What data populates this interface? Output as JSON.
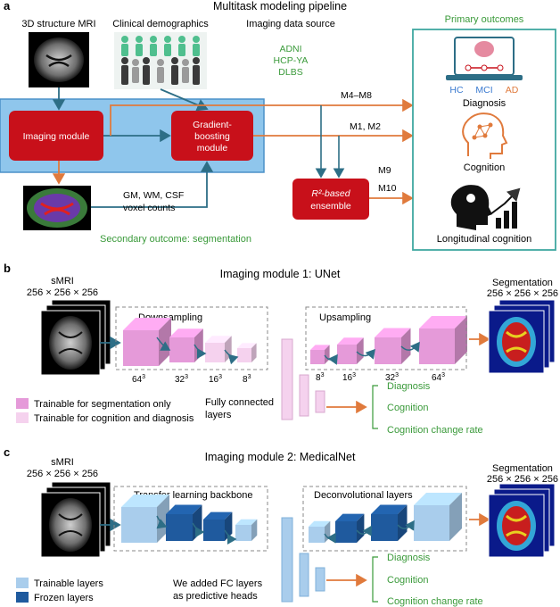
{
  "panel_a": {
    "letter": "a",
    "title": "Multitask modeling pipeline",
    "mri_label": "3D structure MRI",
    "demo_label": "Clinical demographics",
    "source_title": "Imaging data source",
    "sources": [
      "ADNI",
      "HCP-YA",
      "DLBS"
    ],
    "imaging_module": "Imaging module",
    "gb_module": [
      "Gradient-",
      "boosting",
      "module"
    ],
    "ensemble": [
      "R²-based",
      "ensemble"
    ],
    "route_m4m8": "M4–M8",
    "route_m1m2": "M1, M2",
    "route_m9": "M9",
    "route_m10": "M10",
    "voxel_label": [
      "GM, WM, CSF",
      "voxel counts"
    ],
    "secondary": "Secondary outcome: segmentation",
    "primary_title": "Primary outcomes",
    "dx_classes": [
      "HC",
      "MCI",
      "AD"
    ],
    "diagnosis": "Diagnosis",
    "cognition": "Cognition",
    "longitudinal": "Longitudinal cognition"
  },
  "panel_b": {
    "letter": "b",
    "title": "Imaging module 1: UNet",
    "smri": "sMRI",
    "dims": "256 × 256 × 256",
    "downsampling": "Downsampling",
    "upsampling": "Upsampling",
    "down_sizes": [
      "64",
      "32",
      "16",
      "8"
    ],
    "up_sizes": [
      "8",
      "16",
      "32",
      "64"
    ],
    "exponent": "3",
    "segmentation": "Segmentation",
    "seg_dims": "256 × 256 × 256",
    "legend1": "Trainable for segmentation only",
    "legend2": "Trainable for cognition and diagnosis",
    "fc_label": [
      "Fully connected",
      "layers"
    ],
    "outputs": [
      "Diagnosis",
      "Cognition",
      "Cognition change rate"
    ]
  },
  "panel_c": {
    "letter": "c",
    "title": "Imaging module 2: MedicalNet",
    "smri": "sMRI",
    "dims": "256 × 256 × 256",
    "backbone": "Transfer learning backbone",
    "deconv": "Deconvolutional layers",
    "segmentation": "Segmentation",
    "seg_dims": "256 × 256 × 256",
    "legend1": "Trainable layers",
    "legend2": "Frozen layers",
    "fc_label": [
      "We added FC layers",
      "as predictive heads"
    ],
    "outputs": [
      "Diagnosis",
      "Cognition",
      "Cognition change rate"
    ]
  },
  "colors": {
    "red_module": "#c8101a",
    "blue_band": "#8fc6ec",
    "green_text": "#3a9a3a",
    "orange_arrow": "#e07a3c",
    "teal_arrow": "#2d6e86",
    "magenta": "#e59ad9",
    "pale_pink": "#f5d2ee",
    "light_blue": "#a9cdec",
    "dark_blue": "#1f5a9e"
  },
  "icons": [
    "brain-mri-icon",
    "people-icon",
    "laptop-brain-icon",
    "head-network-icon",
    "head-growth-icon"
  ]
}
